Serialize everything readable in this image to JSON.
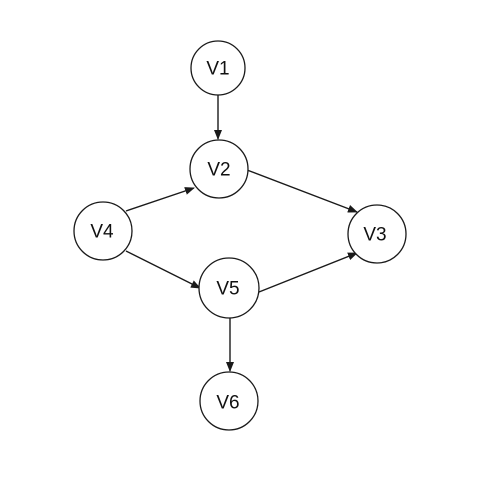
{
  "diagram": {
    "nodes": [
      {
        "id": "v1",
        "label": "V1"
      },
      {
        "id": "v2",
        "label": "V2"
      },
      {
        "id": "v3",
        "label": "V3"
      },
      {
        "id": "v4",
        "label": "V4"
      },
      {
        "id": "v5",
        "label": "V5"
      },
      {
        "id": "v6",
        "label": "V6"
      }
    ],
    "edges": [
      {
        "from": "v1",
        "to": "v2"
      },
      {
        "from": "v2",
        "to": "v3"
      },
      {
        "from": "v4",
        "to": "v2"
      },
      {
        "from": "v4",
        "to": "v5"
      },
      {
        "from": "v5",
        "to": "v3"
      },
      {
        "from": "v5",
        "to": "v6"
      }
    ],
    "colors": {
      "stroke": "#1a1a1a",
      "fill": "#ffffff",
      "text": "#111111"
    }
  }
}
